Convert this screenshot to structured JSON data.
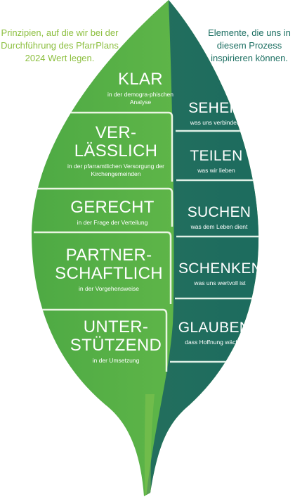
{
  "intro": {
    "left": "Prinzipien, auf die wir bei der Durchführung des PfarrPlans 2024 Wert legen.",
    "right": "Elemente, die uns in diesem Prozess inspirieren können."
  },
  "colors": {
    "left_green": "#5bb24a",
    "right_green": "#1d6f62",
    "left_note": "#8cbf3f",
    "right_note": "#1c6f62"
  },
  "principles": [
    {
      "title": "KLAR",
      "subtitle": "in der demogra-phischen Analyse"
    },
    {
      "title": "VER-LÄSSLICH",
      "subtitle": "in der pfarramtlichen Versorgung der Kirchengemeinden"
    },
    {
      "title": "GERECHT",
      "subtitle": "in der Frage der Verteilung"
    },
    {
      "title": "PARTNER-SCHAFTLICH",
      "subtitle": "in der Vorgehensweise"
    },
    {
      "title": "UNTER-STÜTZEND",
      "subtitle": "in der Umsetzung"
    }
  ],
  "elements": [
    {
      "title": "SEHEN",
      "subtitle": "was uns verbindet"
    },
    {
      "title": "TEILEN",
      "subtitle": "was wir lieben"
    },
    {
      "title": "SUCHEN",
      "subtitle": "was dem Leben dient"
    },
    {
      "title": "SCHENKEN",
      "subtitle": "was uns wertvoll ist"
    },
    {
      "title": "GLAUBEN",
      "subtitle": "dass Hoffnung wächst"
    }
  ]
}
